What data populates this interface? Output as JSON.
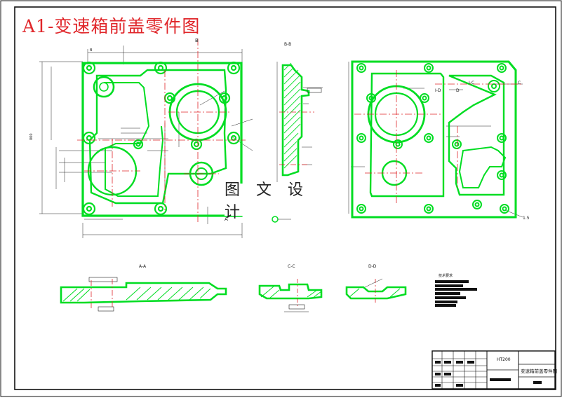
{
  "drawing": {
    "title": "A1-变速箱前盖零件图",
    "watermark": "图 文 设 计",
    "colors": {
      "outline": "#00dd22",
      "centerline": "#e0262a",
      "dimension": "#222222",
      "title_text": "#e0262a",
      "border": "#111111"
    }
  },
  "views": {
    "section_bb": "B-B",
    "section_aa": "A-A",
    "section_cc": "C-C",
    "section_dd": "D-D"
  },
  "tech_requirements": {
    "heading": "技术要求"
  },
  "title_block": {
    "part_name": "变速箱前盖零件图",
    "material": "HT200"
  }
}
